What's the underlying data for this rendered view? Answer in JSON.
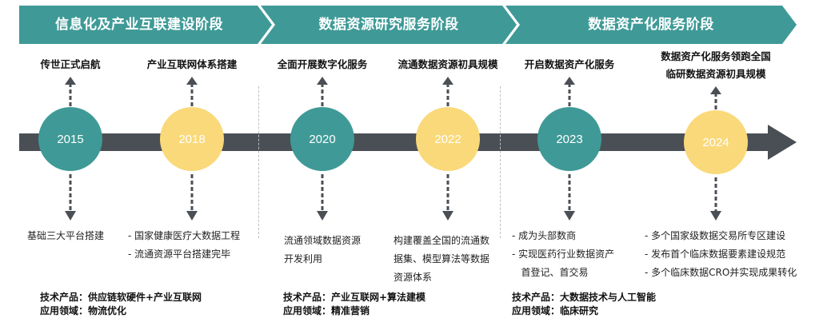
{
  "phases": [
    {
      "label": "信息化及产业互联建设阶段"
    },
    {
      "label": "数据资源研究服务阶段"
    },
    {
      "label": "数据资产化服务阶段"
    }
  ],
  "milestones": [
    {
      "year": "2015",
      "color": "teal",
      "top_text": [
        "传世正式启航"
      ],
      "bottom_text": [
        "基础三大平台搭建"
      ]
    },
    {
      "year": "2018",
      "color": "yellow",
      "top_text": [
        "产业互联网体系搭建"
      ],
      "bottom_text": [
        "-  国家健康医疗大数据工程",
        "-  流通资源平台搭建完毕"
      ]
    },
    {
      "year": "2020",
      "color": "teal",
      "top_text": [
        "全面开展数字化服务"
      ],
      "bottom_text": [
        "流通领域数据资源",
        "开发利用"
      ]
    },
    {
      "year": "2022",
      "color": "yellow",
      "top_text": [
        "流通数据资源初具规模"
      ],
      "bottom_text": [
        "构建覆盖全国的流通数",
        "据集、模型算法等数据",
        "资源体系"
      ]
    },
    {
      "year": "2023",
      "color": "teal",
      "top_text": [
        "开启数据资产化服务"
      ],
      "bottom_text": [
        "-  成为头部数商",
        "-  实现医药行业数据资产",
        "   首登记、首交易"
      ]
    },
    {
      "year": "2024",
      "color": "yellow",
      "top_text": [
        "数据资产化服务领跑全国",
        "临研数据资源初具规模"
      ],
      "bottom_text": [
        "-  多个国家级数据交易所专区建设",
        "-  发布首个临床数据要素建设规范",
        "-  多个临床数据CRO并实现成果转化"
      ]
    }
  ],
  "tech_blocks": [
    {
      "product": "技术产品：供应链软硬件+产业互联网",
      "field": "应用领域：物流优化"
    },
    {
      "product": "技术产品：产业互联网+算法建模",
      "field": "应用领域：精准营销"
    },
    {
      "product": "技术产品：大数据技术与人工智能",
      "field": "应用领域：临床研究"
    }
  ],
  "colors": {
    "teal": "#3f9a97",
    "yellow": "#fad97a",
    "timeline": "#4a4f55",
    "arrow": "#4a4f55"
  }
}
